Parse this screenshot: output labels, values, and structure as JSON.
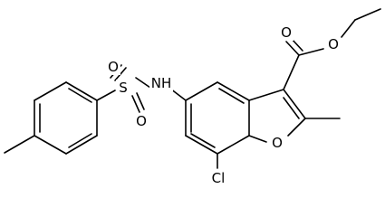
{
  "molecule": {
    "atoms": {
      "sulfonyl_o_left": "O",
      "sulfonyl_o_bottom": "O",
      "sulfur": "S",
      "amide_nh": "NH",
      "ester_carbonyl_o": "O",
      "ester_ether_o": "O",
      "furan_o": "O",
      "chlorine": "Cl"
    }
  }
}
